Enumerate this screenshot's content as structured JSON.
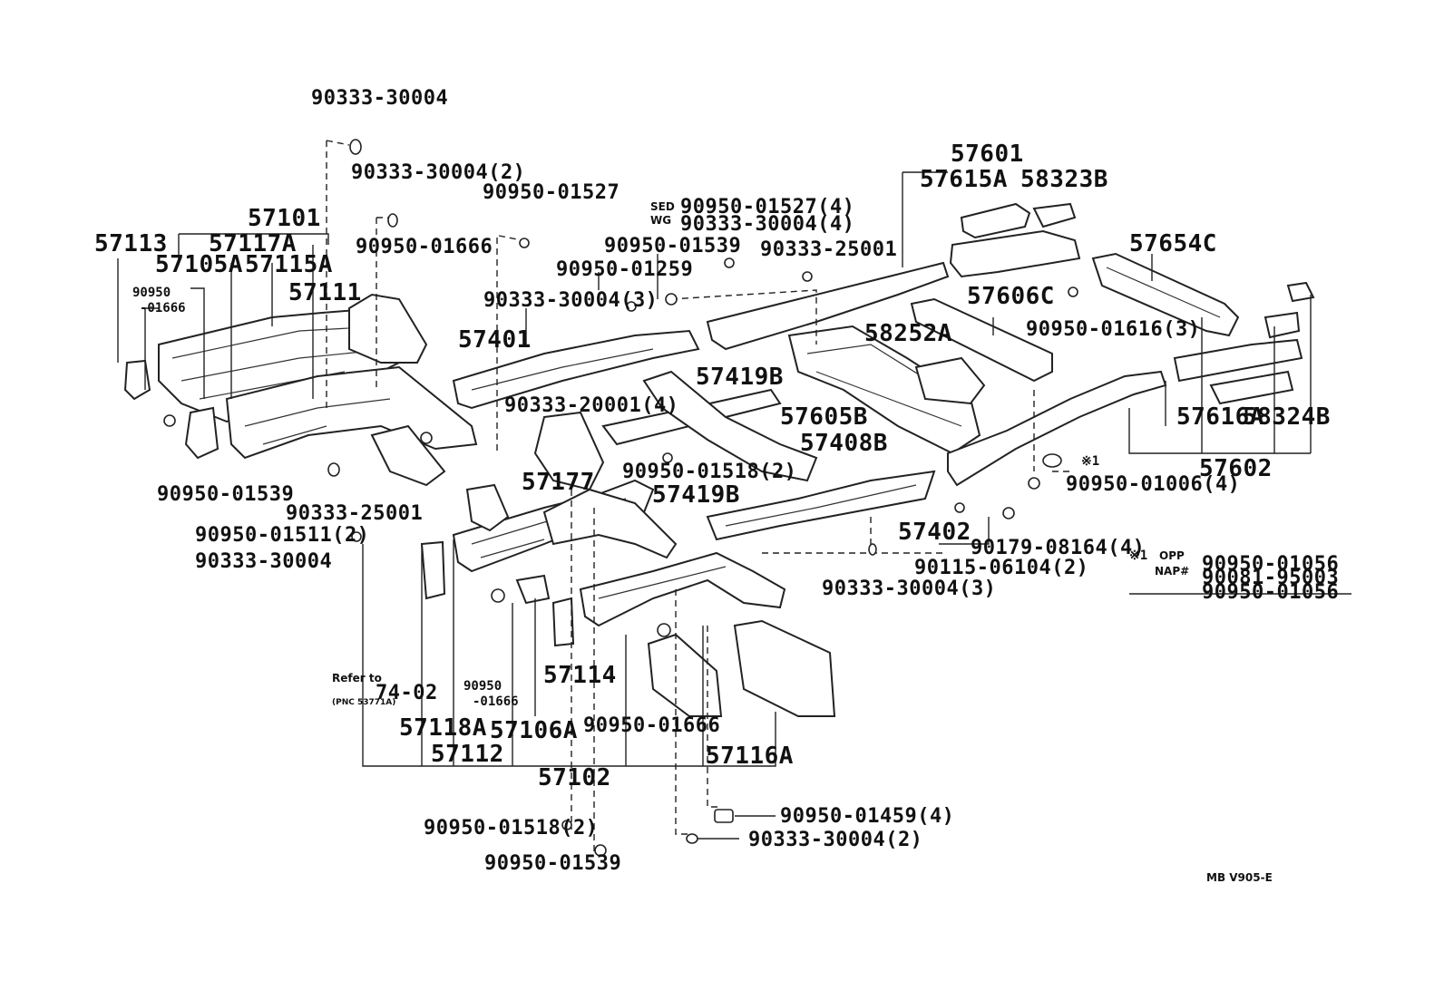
{
  "diagram": {
    "code": "MB V905-E",
    "labels": {
      "p90333_30004_top": "90333-30004",
      "p90333_30004_2a": "90333-30004(2)",
      "p90950_01527": "90950-01527",
      "sed": "SED",
      "wg": "WG",
      "p90950_01527_4": "90950-01527(4)",
      "p90333_30004_4": "90333-30004(4)",
      "p57101": "57101",
      "p57113": "57113",
      "p57117a": "57117A",
      "p57105a": "57105A",
      "p57115a": "57115A",
      "p90950_01666_a": "90950-01666",
      "p90950_small": "90950",
      "p01666_small": "-01666",
      "p57111": "57111",
      "p90950_01539_b": "90950-01539",
      "p90333_25001_b": "90333-25001",
      "p90950_01259": "90950-01259",
      "p90333_30004_3a": "90333-30004(3)",
      "p57401": "57401",
      "p90333_20001": "90333-20001(4)",
      "p57419b_a": "57419B",
      "p57605b": "57605B",
      "p57408b": "57408B",
      "p57177": "57177",
      "p90950_01518_a": "90950-01518(2)",
      "p57419b_b": "57419B",
      "p90950_01539_a": "90950-01539",
      "p90333_25001_a": "90333-25001",
      "p90950_01511": "90950-01511(2)",
      "p90333_30004_c": "90333-30004",
      "p57601": "57601",
      "p57615a": "57615A",
      "p58323b": "58323B",
      "p57654c": "57654C",
      "p57606c": "57606C",
      "p90950_01616": "90950-01616(3)",
      "p58252a": "58252A",
      "p57616a": "57616A",
      "p58324b": "58324B",
      "p57602": "57602",
      "star1": "※1",
      "p90950_01006": "90950-01006(4)",
      "p57402": "57402",
      "p90179_08164": "90179-08164(4)",
      "p90115_06104": "90115-06104(2)",
      "p90333_30004_3b": "90333-30004(3)",
      "star1_b": "※1",
      "opp": "OPP",
      "nap": "NAP#",
      "p90950_01056_a": "90950-01056",
      "p90081_95003": "90081-95003",
      "p90950_01056_b": "90950-01056",
      "refer_to": "Refer to",
      "ref_page": "74-02",
      "pnc": "(PNC 53771A)",
      "p90950_b_small": "90950",
      "p01666_b_small": "-01666",
      "p57114": "57114",
      "p57118a": "57118A",
      "p57106a": "57106A",
      "p90950_01666_b": "90950-01666",
      "p57112": "57112",
      "p57116a": "57116A",
      "p57102": "57102",
      "p90950_01518_b": "90950-01518(2)",
      "p90950_01539_c": "90950-01539",
      "p90950_01459": "90950-01459(4)",
      "p90333_30004_2b": "90333-30004(2)"
    }
  }
}
